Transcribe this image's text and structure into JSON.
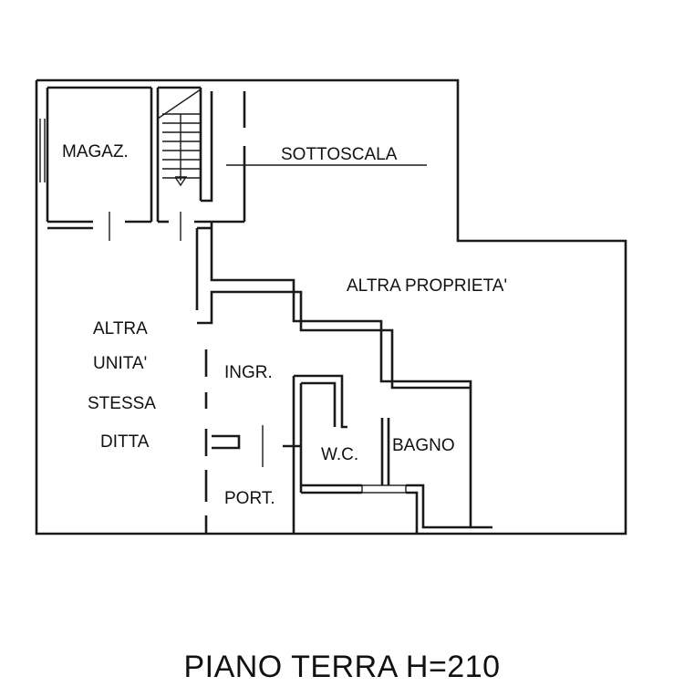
{
  "rooms": {
    "magaz": "MAGAZ.",
    "sottoscala": "SOTTOSCALA",
    "altra_proprieta": "ALTRA PROPRIETA'",
    "altra_unita": [
      "ALTRA",
      "UNITA'",
      "STESSA",
      "DITTA"
    ],
    "ingr": "INGR.",
    "wc": "W.C.",
    "bagno": "BAGNO",
    "port": "PORT."
  },
  "caption": "PIANO TERRA H=210"
}
